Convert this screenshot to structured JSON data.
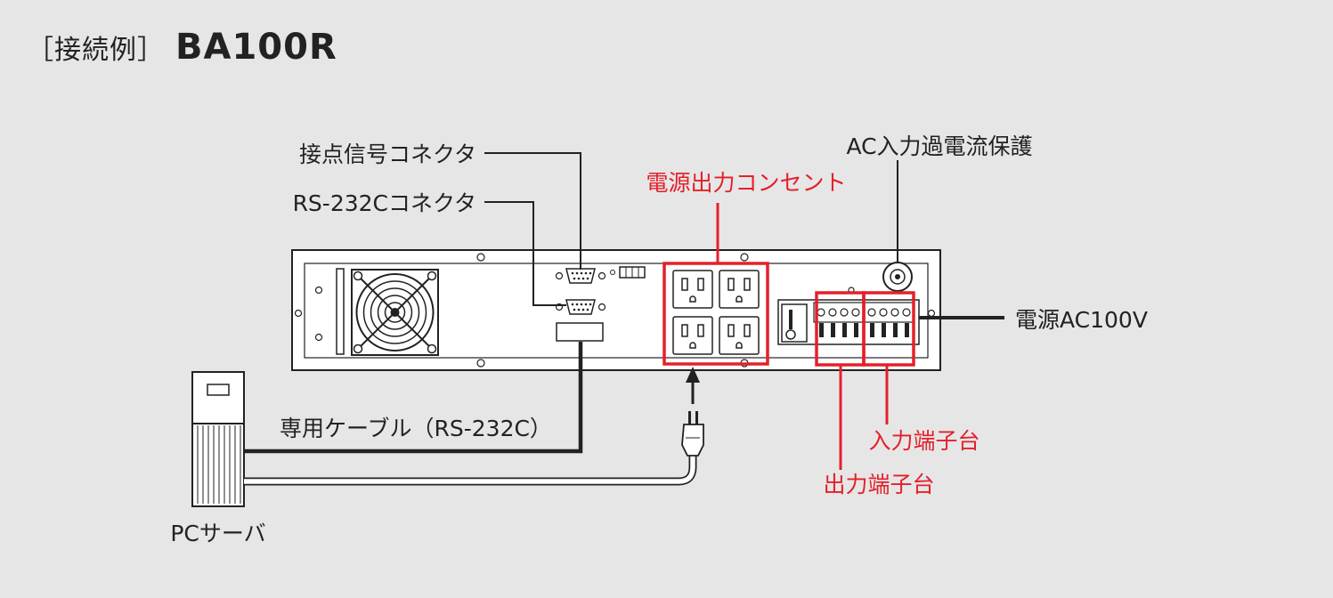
{
  "title": {
    "bracket_label": "［接続例］",
    "model": "BA100R"
  },
  "labels": {
    "contact_connector": "接点信号コネクタ",
    "rs232c_connector": "RS-232Cコネクタ",
    "power_outlet": "電源出力コンセント",
    "ac_protection": "AC入力過電流保護",
    "power_ac100v": "電源AC100V",
    "dedicated_cable": "専用ケーブル（RS-232C）",
    "input_terminal": "入力端子台",
    "output_terminal": "出力端子台",
    "pc_server": "PCサーバ"
  },
  "colors": {
    "background": "#e6e6e7",
    "highlight": "#e4202a",
    "line": "#222222",
    "panel": "#ffffff"
  }
}
